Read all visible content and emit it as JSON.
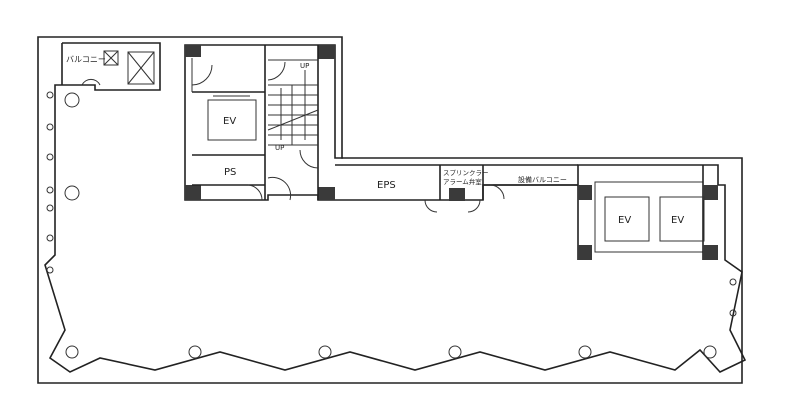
{
  "plan": {
    "balcony_top": "バルコニー",
    "ev_left": "EV",
    "ps": "PS",
    "stair_up_top": "UP",
    "stair_up_bottom": "UP",
    "eps": "EPS",
    "sprinkler_line1": "スプリンクラー",
    "sprinkler_line2": "アラーム弁室",
    "equipment_balcony": "設備バルコニー",
    "ev_right_1": "EV",
    "ev_right_2": "EV"
  },
  "colors": {
    "line": "#222222",
    "column": "#3a3a3a"
  }
}
